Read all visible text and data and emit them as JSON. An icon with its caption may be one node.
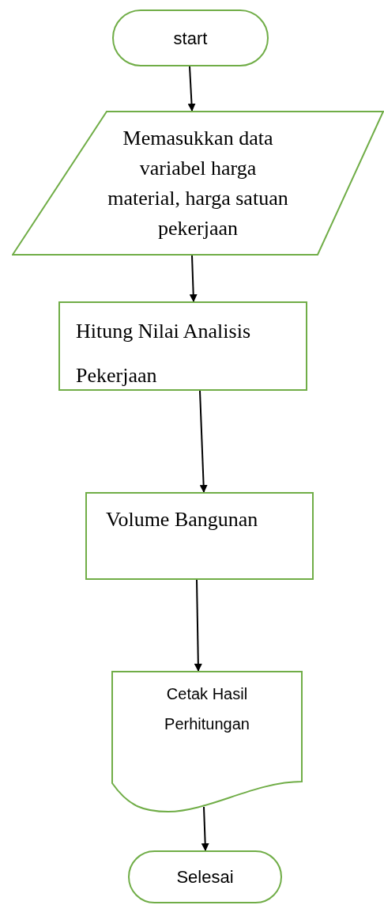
{
  "diagram": {
    "nodes": [
      {
        "text": [
          "start"
        ]
      },
      {
        "text": [
          "Memasukkan data variabel harga material, harga satuan pekerjaan"
        ]
      },
      {
        "text": [
          "Hitung Nilai Analisis Pekerjaan"
        ]
      },
      {
        "text": [
          "Volume Bangunan"
        ]
      },
      {
        "text": [
          "Cetak Hasil Perhitungan"
        ]
      },
      {
        "text": [
          "Selesai"
        ]
      }
    ],
    "edges": [
      {
        "from": 0,
        "to": 1,
        "arrow": "to"
      },
      {
        "from": 1,
        "to": 2,
        "arrow": "to"
      },
      {
        "from": 2,
        "to": 3,
        "arrow": "to"
      },
      {
        "from": 3,
        "to": 4,
        "arrow": "to"
      },
      {
        "from": 4,
        "to": 5,
        "arrow": "to"
      }
    ]
  }
}
